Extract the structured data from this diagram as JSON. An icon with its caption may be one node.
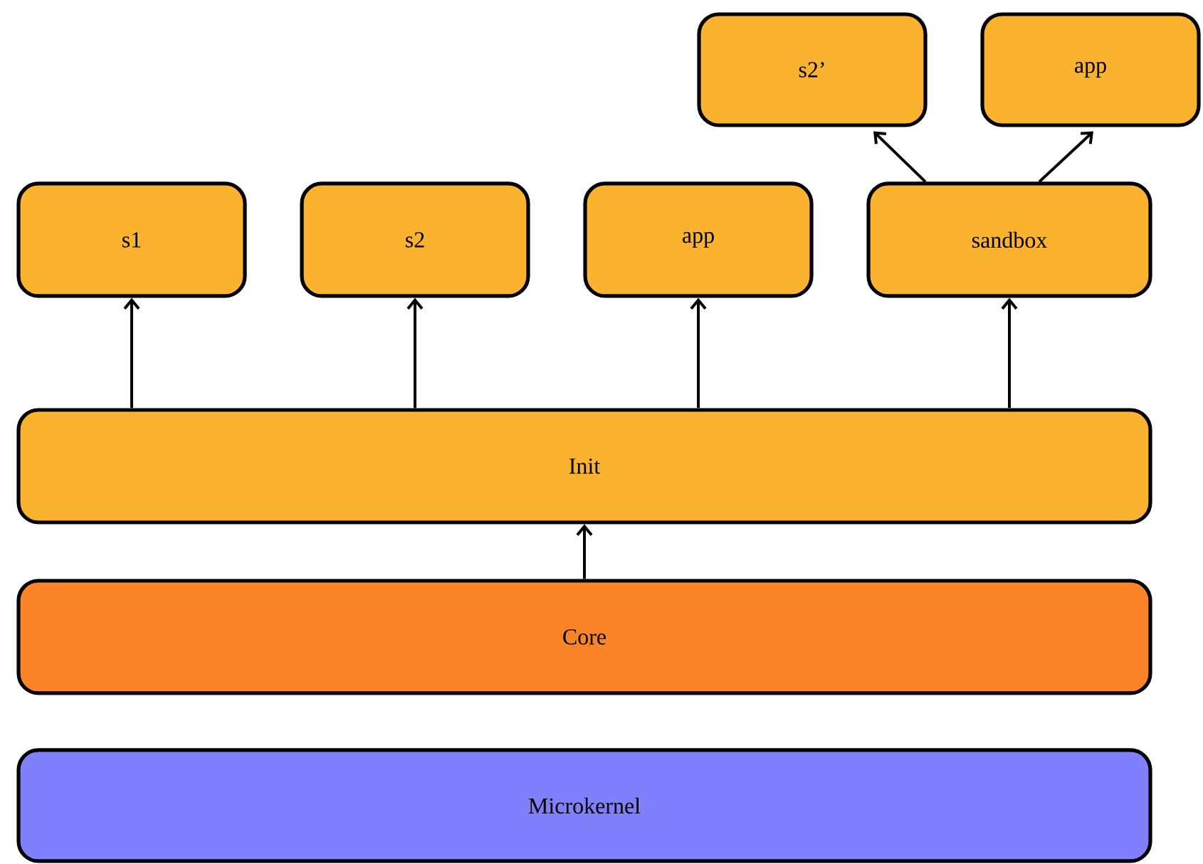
{
  "diagram": {
    "nodes": [
      {
        "text": [
          "s2’"
        ]
      },
      {
        "text": [
          "app"
        ]
      },
      {
        "text": [
          "s1"
        ]
      },
      {
        "text": [
          "s2"
        ]
      },
      {
        "text": [
          "app"
        ]
      },
      {
        "text": [
          "sandbox"
        ]
      },
      {
        "text": [
          "Init"
        ]
      },
      {
        "text": [
          "Core"
        ]
      },
      {
        "text": [
          "Microkernel"
        ]
      }
    ],
    "edges": [
      {
        "from": 6,
        "to": 2,
        "arrow": "to"
      },
      {
        "from": 6,
        "to": 3,
        "arrow": "to"
      },
      {
        "from": 6,
        "to": 4,
        "arrow": "to"
      },
      {
        "from": 6,
        "to": 5,
        "arrow": "to"
      },
      {
        "from": 7,
        "to": 6,
        "arrow": "to"
      },
      {
        "from": 5,
        "to": 0,
        "arrow": "to"
      },
      {
        "from": 5,
        "to": 1,
        "arrow": "to"
      }
    ]
  }
}
